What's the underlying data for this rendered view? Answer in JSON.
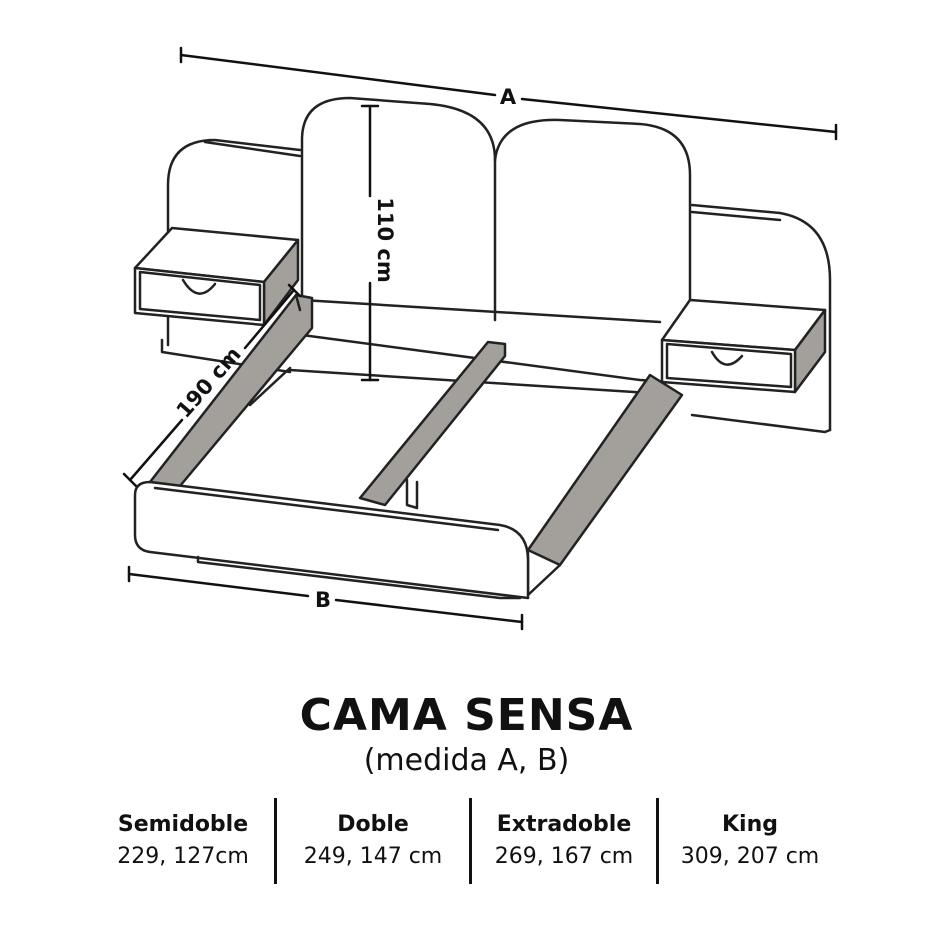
{
  "diagram": {
    "labels": {
      "width_a": "A",
      "width_b": "B",
      "height": "110 cm",
      "length": "190 cm"
    }
  },
  "product": {
    "title": "CAMA SENSA",
    "subtitle": "(medida A, B)"
  },
  "sizes": [
    {
      "name": "Semidoble",
      "dims": "229, 127cm"
    },
    {
      "name": "Doble",
      "dims": "249, 147 cm"
    },
    {
      "name": "Extradoble",
      "dims": "269, 167 cm"
    },
    {
      "name": "King",
      "dims": "309, 207 cm"
    }
  ],
  "colors": {
    "line": "#222222",
    "panel": "#ffffff",
    "shade": "#a39f9b"
  }
}
